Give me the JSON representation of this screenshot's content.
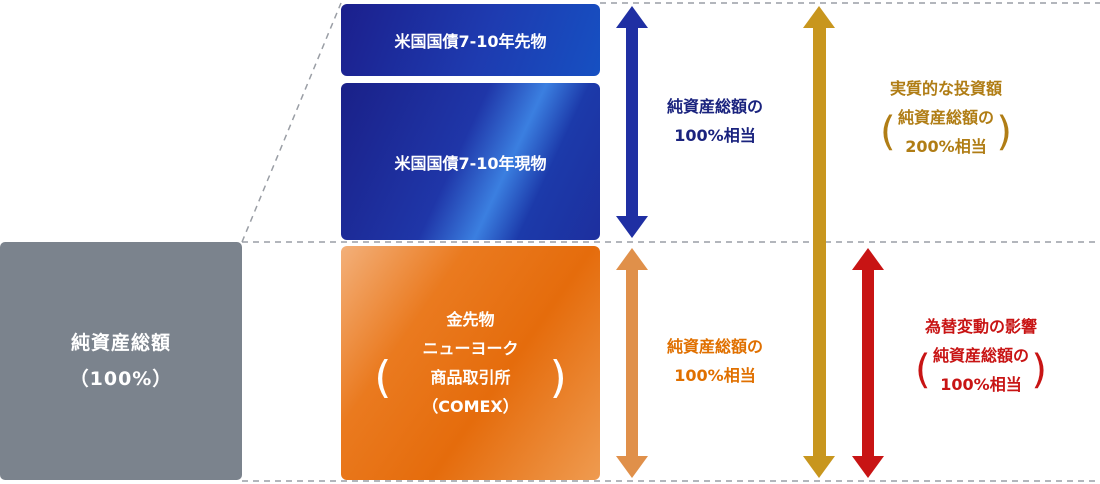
{
  "net_assets_box": {
    "line1": "純資産総額",
    "line2": "（100%）"
  },
  "futures_box": {
    "label": "米国国債7-10年先物"
  },
  "cash_box": {
    "label": "米国国債7-10年現物"
  },
  "gold_box": {
    "line1": "金先物",
    "line2": "ニューヨーク",
    "line3": "商品取引所",
    "line4": "（COMEX）",
    "open_paren": "(",
    "close_paren": ")"
  },
  "bond_label": {
    "line1": "純資産総額の",
    "line2": "100%相当"
  },
  "gold_label": {
    "line1": "純資産総額の",
    "line2": "100%相当"
  },
  "real_investment_label": {
    "title": "実質的な投資額",
    "line1": "純資産総額の",
    "line2": "200%相当",
    "open_paren": "(",
    "close_paren": ")"
  },
  "fx_label": {
    "title": "為替変動の影響",
    "line1": "純資産総額の",
    "line2": "100%相当",
    "open_paren": "(",
    "close_paren": ")"
  },
  "colors": {
    "net_assets": "#7b838d",
    "bond_blue": "#1a237e",
    "bond_arrow": "#1f2fa3",
    "gold_orange": "#e07000",
    "gold_arrow": "#e0904a",
    "real_gold": "#c8961e",
    "fx_red": "#c81414",
    "dashed_line": "#9a9ea5"
  }
}
